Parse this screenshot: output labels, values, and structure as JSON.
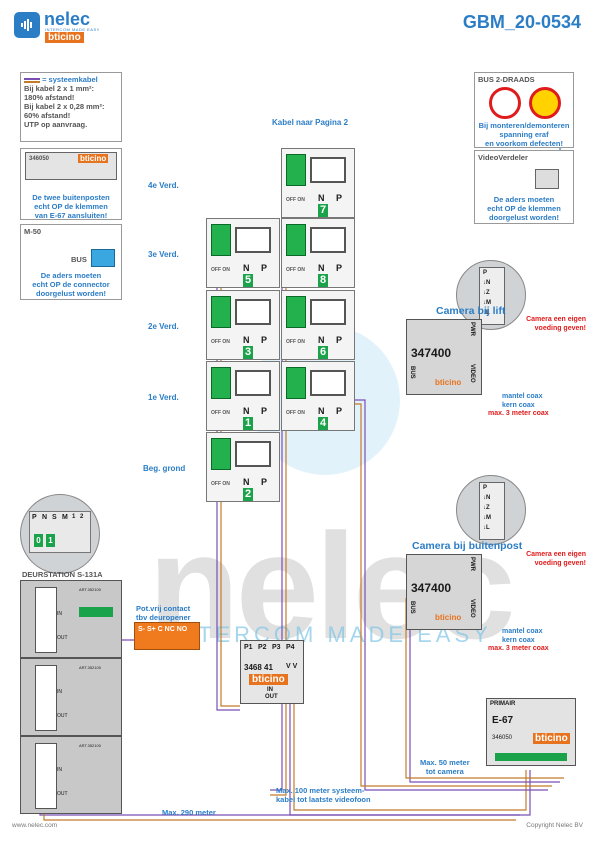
{
  "header": {
    "brand": "nelec",
    "tagline": "INTERCOM MADE EASY",
    "partner": "bticino",
    "doc_id": "GBM_20-0534"
  },
  "notes": {
    "systeemkabel": {
      "legend": "= systeemkabel",
      "lines": [
        "Bij kabel 2 x 1 mm²:",
        "180% afstand!",
        "Bij kabel 2 x 0,28 mm²:",
        "60% afstand!",
        "UTP op aanvraag."
      ]
    },
    "e67": {
      "code": "346050",
      "brand": "bticino",
      "text": [
        "De twee buitenposten",
        "echt OP de klemmen",
        "van E-67 aansluiten!"
      ]
    },
    "m50": {
      "title": "M-50",
      "bus": "BUS",
      "text": [
        "De aders moeten",
        "echt OP de connector",
        "doorgelust worden!"
      ]
    },
    "bus2": {
      "title": "BUS 2-DRAADS",
      "text": [
        "Bij monteren/demonteren",
        "spanning eraf",
        "en voorkom defecten!"
      ]
    },
    "videoverdeler": {
      "title": "VideoVerdeler",
      "text": [
        "De aders moeten",
        "echt OP de klemmen",
        "doorgelust worden!"
      ]
    }
  },
  "cable_top": "Kabel naar Pagina 2",
  "floors": [
    "4e Verd.",
    "3e Verd.",
    "2e Verd.",
    "1e Verd.",
    "Beg. grond"
  ],
  "phones": {
    "labels": {
      "n": "N",
      "p": "P",
      "offon": "OFF ON"
    },
    "numbers": [
      "7",
      "5",
      "8",
      "3",
      "6",
      "1",
      "4",
      "2"
    ]
  },
  "cameras": [
    {
      "title": "Camera bij lift",
      "model": "347400",
      "brand": "bticino",
      "pwr": "PWR",
      "bus": "BUS",
      "video": "VIDEO",
      "notes": [
        "Camera een eigen",
        "voeding geven!"
      ],
      "coax": [
        "mantel coax",
        "kern coax",
        "max. 3 meter coax"
      ]
    },
    {
      "title": "Camera bij buitenpost",
      "model": "347400",
      "brand": "bticino",
      "pwr": "PWR",
      "bus": "BUS",
      "video": "VIDEO",
      "notes": [
        "Camera een eigen",
        "voeding geven!"
      ],
      "coax": [
        "mantel coax",
        "kern coax",
        "max. 3 meter coax"
      ]
    }
  ],
  "camera_connector": [
    "P",
    "↓N",
    "↓Z",
    "↓M",
    "↓L"
  ],
  "deurstation": {
    "title": "DEURSTATION S-131A",
    "connector": {
      "labels": [
        "P",
        "N",
        "S",
        "M",
        "1",
        "2"
      ],
      "pins": [
        "0",
        "1"
      ]
    },
    "in": "IN",
    "out": "OUT",
    "code": "ART.352100"
  },
  "potvrij": {
    "title": [
      "Pot.vrij contact",
      "tbv deuropener"
    ],
    "terminals": "S- S+ C NC NO"
  },
  "verdeler": {
    "ports": [
      "P1",
      "P2",
      "P3",
      "P4"
    ],
    "model": "3468 41",
    "vv": "V V",
    "brand": "bticino",
    "in": "IN",
    "out": "OUT"
  },
  "e67_unit": {
    "primair": "PRIMAIR",
    "name": "E-67",
    "code": "346050",
    "brand": "bticino"
  },
  "distances": {
    "camera": [
      "Max. 50 meter",
      "tot camera"
    ],
    "systeem": [
      "Max. 100 meter systeem-",
      "kabel tot laatste videofoon"
    ],
    "max290": "Max. 290 meter"
  },
  "footer": {
    "url": "www.nelec.com",
    "copyright": "Copyright Nelec BV"
  },
  "watermark": {
    "text": "nelec",
    "tagline": "INTERCOM MADE EASY"
  },
  "colors": {
    "brand_blue": "#2b7dc6",
    "warning_red": "#e01b1b",
    "bticino_orange": "#e8731e",
    "terminal_green": "#1aa34a"
  }
}
